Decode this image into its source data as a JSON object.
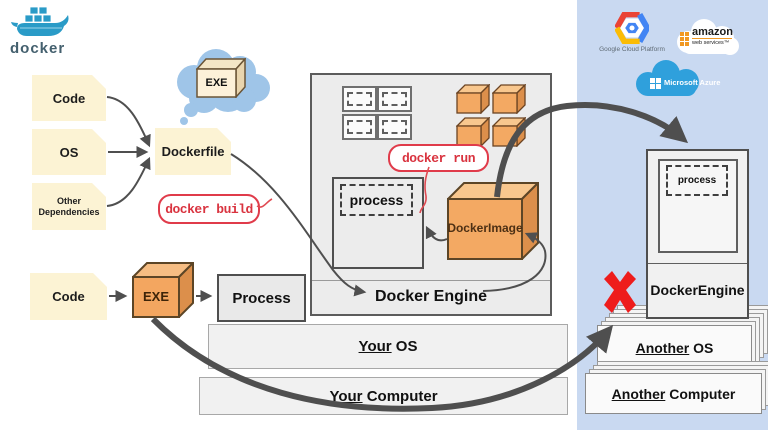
{
  "logo": {
    "brand": "docker"
  },
  "left_flow": {
    "code1": "Code",
    "os": "OS",
    "deps_line1": "Other",
    "deps_line2": "Dependencies",
    "dockerfile": "Dockerfile",
    "exe_cloud": "EXE",
    "docker_build": "docker build"
  },
  "engine_box": {
    "docker_run": "docker run",
    "process": "process",
    "docker_image_line1": "Docker",
    "docker_image_line2": "Image",
    "engine_label": "Docker Engine"
  },
  "bottom_flow": {
    "code2": "Code",
    "exe": "EXE",
    "process": "Process",
    "your_os_em": "Your",
    "your_os_rest": " OS",
    "your_computer_em": "Your",
    "your_computer_rest": " Computer"
  },
  "cloud_panel": {
    "gcp_caption": "Google Cloud Platform",
    "aws_line1": "amazon",
    "aws_line2": "web services™",
    "azure_caption": "Microsoft Azure"
  },
  "another_machine": {
    "process": "process",
    "engine_line1": "Docker",
    "engine_line2": "Engine",
    "another_os_em": "Another",
    "another_os_rest": " OS",
    "another_computer_em": "Another",
    "another_computer_rest": " Computer"
  },
  "colors": {
    "accent_red": "#e03b4a",
    "panel_blue": "#c9d9f1",
    "cube_orange": "#f3a963",
    "note_cream": "#fcf3d4",
    "docker_blue": "#2a9bc7",
    "arrow_gray": "#4f4f4f"
  }
}
